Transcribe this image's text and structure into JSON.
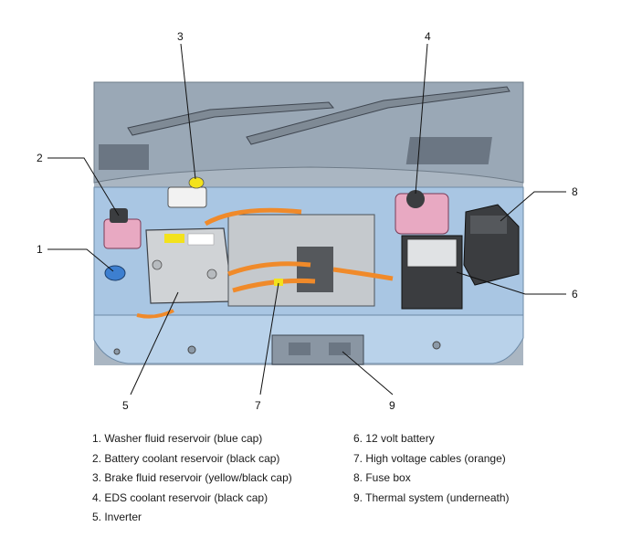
{
  "callouts": [
    {
      "num": "1",
      "label": "Washer fluid reservoir (blue cap)"
    },
    {
      "num": "2",
      "label": "Battery coolant reservoir (black cap)"
    },
    {
      "num": "3",
      "label": "Brake fluid reservoir (yellow/black cap)"
    },
    {
      "num": "4",
      "label": "EDS coolant reservoir (black cap)"
    },
    {
      "num": "5",
      "label": "Inverter"
    },
    {
      "num": "6",
      "label": "12 volt battery"
    },
    {
      "num": "7",
      "label": "High voltage cables (orange)"
    },
    {
      "num": "8",
      "label": "Fuse box"
    },
    {
      "num": "9",
      "label": "Thermal system (underneath)"
    }
  ],
  "legend": {
    "left": [
      "1. Washer fluid reservoir (blue cap)",
      "2. Battery coolant reservoir (black cap)",
      "3. Brake fluid reservoir (yellow/black cap)",
      "4. EDS coolant reservoir (black cap)",
      "5. Inverter"
    ],
    "right": [
      "6. 12 volt battery",
      "7. High voltage cables (orange)",
      "8. Fuse box",
      "9. Thermal system (underneath)"
    ]
  },
  "colors": {
    "body_panel": "#9aa9b8",
    "bay_blue": "#a9c6e3",
    "washer_cap": "#3d7fd0",
    "reservoir_pink": "#e8a9c2",
    "brake_cap": "#f3e21c",
    "hv_cable": "#f08a2a",
    "component_gray": "#d0d3d6",
    "dark_part": "#3b3d40"
  }
}
